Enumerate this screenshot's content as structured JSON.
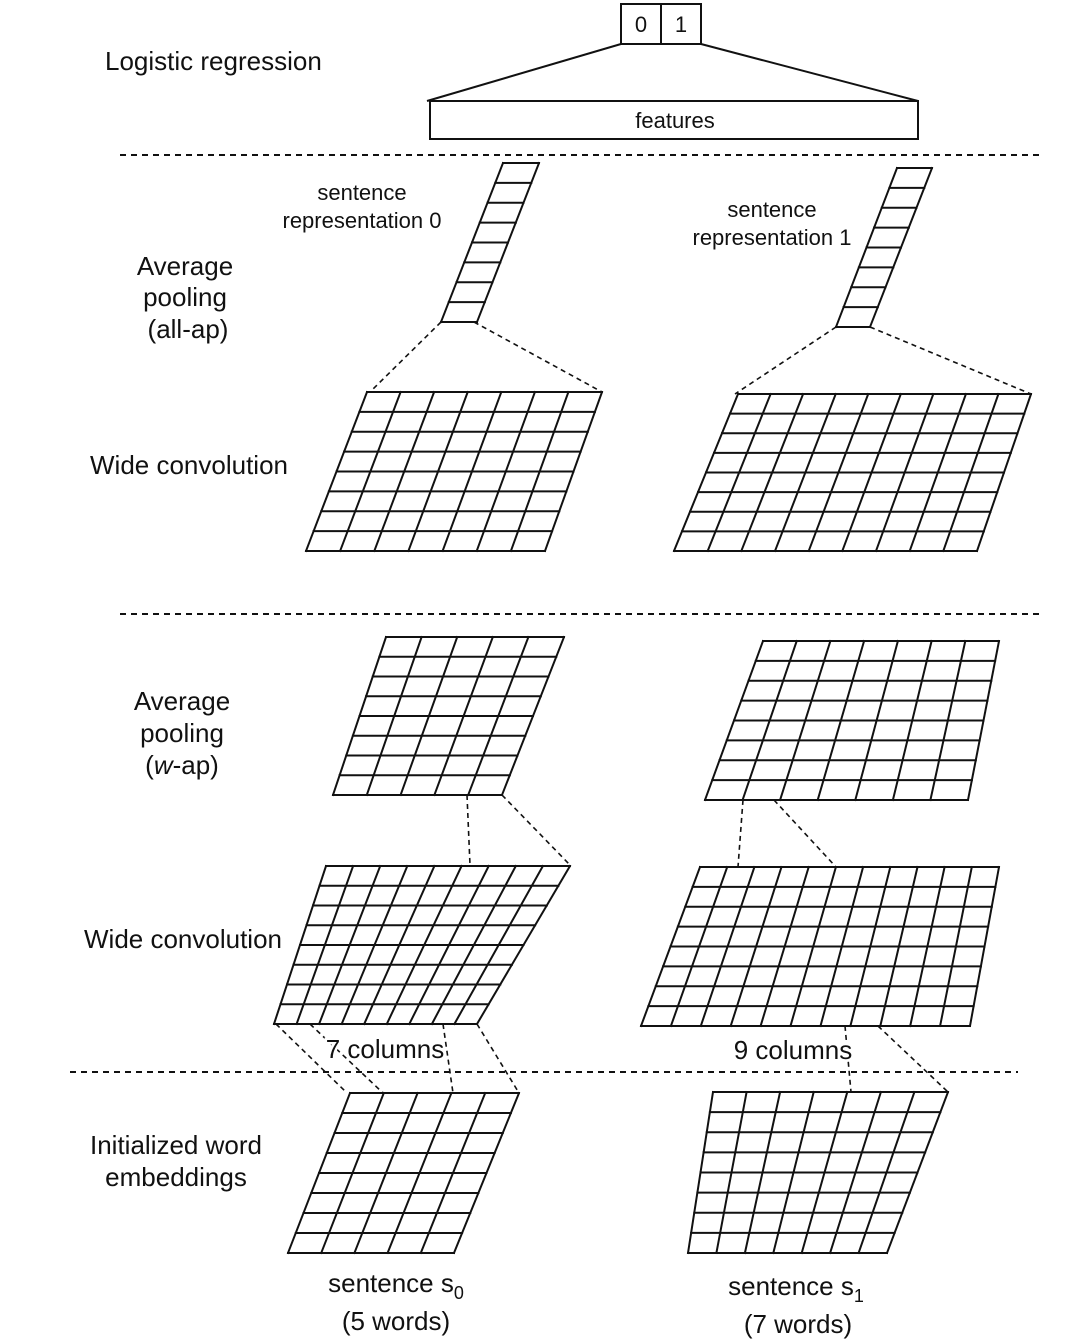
{
  "layer_labels": {
    "logistic_regression": "Logistic regression",
    "all_ap": [
      "Average",
      "pooling",
      "(all-ap)"
    ],
    "wide_conv_top": "Wide convolution",
    "w_ap": {
      "line1": "Average",
      "line2": "pooling",
      "open": "(",
      "italic": "w",
      "rest": "-ap)"
    },
    "wide_conv_bottom": "Wide convolution",
    "word_embeddings": [
      "Initialized word",
      "embeddings"
    ]
  },
  "output_cells": [
    "0",
    "1"
  ],
  "features_label": "features",
  "sentence_repr_0": [
    "sentence",
    "representation 0"
  ],
  "sentence_repr_1": [
    "sentence",
    "representation 1"
  ],
  "columns_label_0": "7 columns",
  "columns_label_1": "9 columns",
  "sentence_0": {
    "prefix": "sentence s",
    "sub": "0",
    "words": "(5 words)"
  },
  "sentence_1": {
    "prefix": "sentence s",
    "sub": "1",
    "words": "(7 words)"
  },
  "grids": {
    "s0_embed": {
      "cols": 5,
      "rows": 8
    },
    "s0_conv2": {
      "cols": 9,
      "rows": 8
    },
    "s0_pool": {
      "cols": 5,
      "rows": 8
    },
    "s0_conv1": {
      "cols": 7,
      "rows": 8
    },
    "s0_repr": {
      "cols": 1,
      "rows": 8
    },
    "s1_embed": {
      "cols": 7,
      "rows": 8
    },
    "s1_conv2": {
      "cols": 11,
      "rows": 8
    },
    "s1_pool": {
      "cols": 7,
      "rows": 8
    },
    "s1_conv1": {
      "cols": 9,
      "rows": 8
    },
    "s1_repr": {
      "cols": 1,
      "rows": 8
    }
  },
  "colors": {
    "line": "#111111",
    "background": "#ffffff"
  }
}
